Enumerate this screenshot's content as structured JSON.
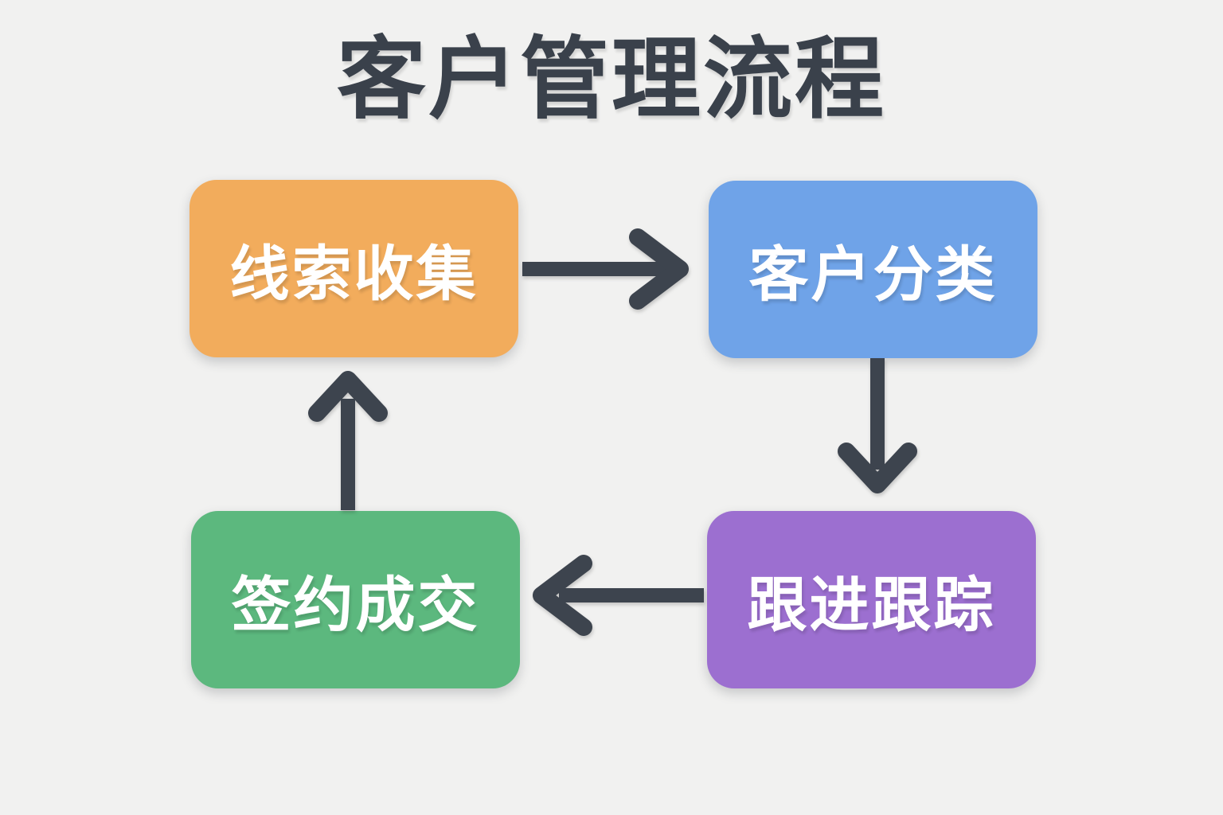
{
  "title": "客户管理流程",
  "colors": {
    "background": "#F1F1F0",
    "title": "#3A414B",
    "arrow": "#3D444E",
    "node_text": "#FFFFFF"
  },
  "diagram": {
    "type": "flowchart-cycle",
    "nodes": [
      {
        "id": "lead-collection",
        "label": "线索收集",
        "color": "#F2AC5C",
        "position": "top-left"
      },
      {
        "id": "customer-classification",
        "label": "客户分类",
        "color": "#6FA3E8",
        "position": "top-right"
      },
      {
        "id": "follow-up-tracking",
        "label": "跟进跟踪",
        "color": "#9C6FD0",
        "position": "bottom-right"
      },
      {
        "id": "deal-closing",
        "label": "签约成交",
        "color": "#5CB87E",
        "position": "bottom-left"
      }
    ],
    "edges": [
      {
        "from": "lead-collection",
        "to": "customer-classification",
        "direction": "right"
      },
      {
        "from": "customer-classification",
        "to": "follow-up-tracking",
        "direction": "down"
      },
      {
        "from": "follow-up-tracking",
        "to": "deal-closing",
        "direction": "left"
      },
      {
        "from": "deal-closing",
        "to": "lead-collection",
        "direction": "up"
      }
    ]
  }
}
